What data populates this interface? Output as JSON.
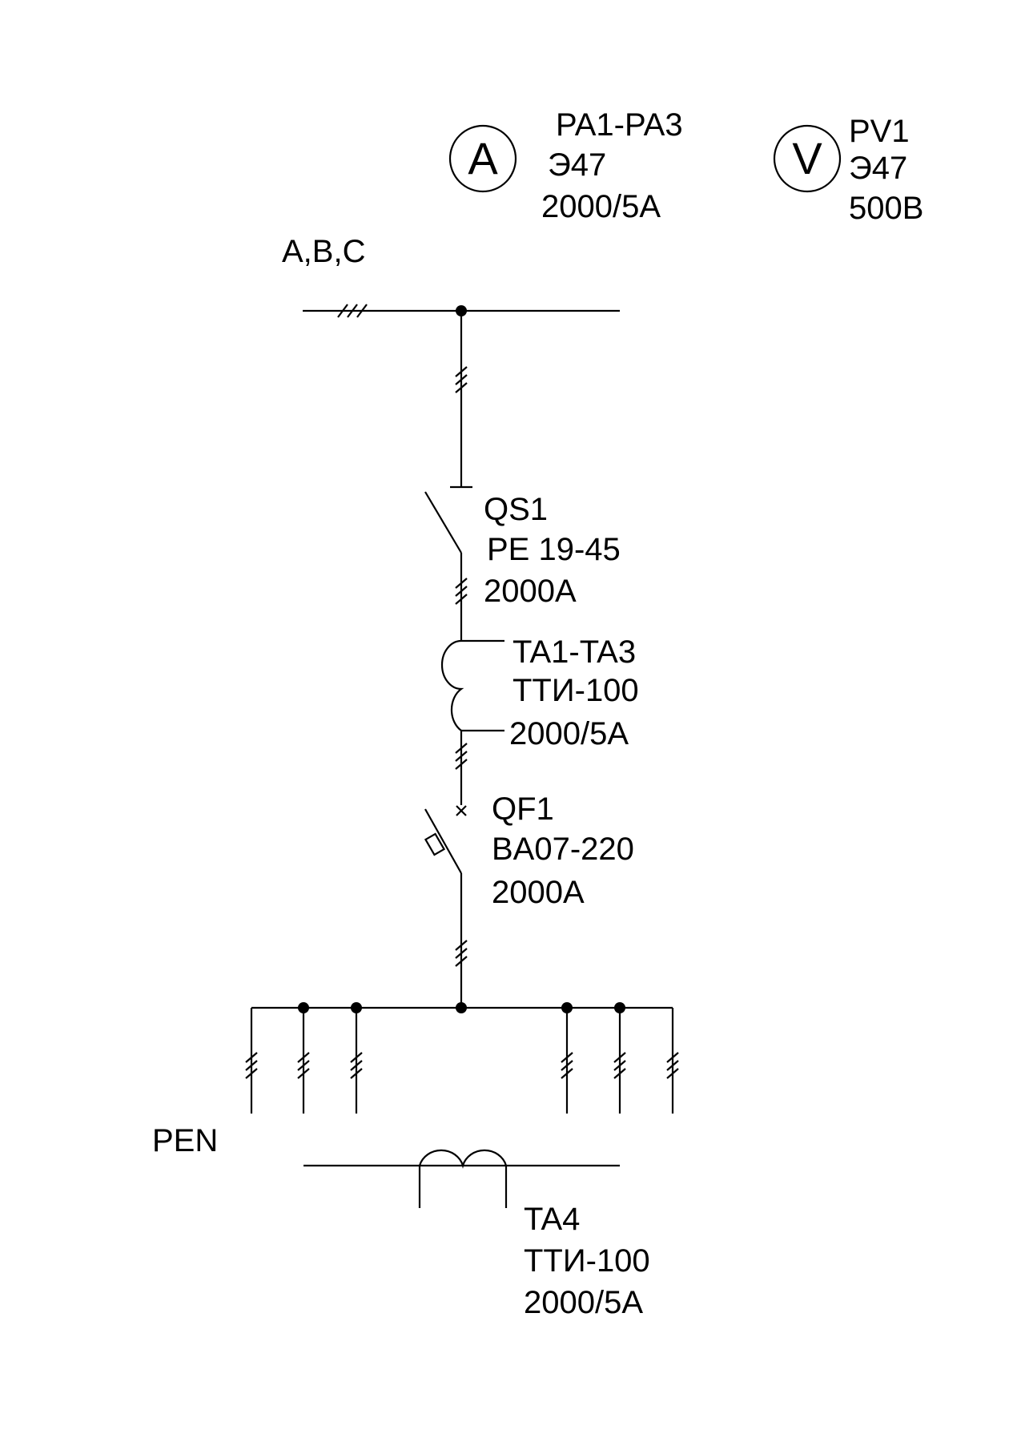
{
  "ammeter": {
    "symbol": "A",
    "designation": "PA1-PA3",
    "type": "Э47",
    "rating": "2000/5A"
  },
  "voltmeter": {
    "symbol": "V",
    "designation": "PV1",
    "type": "Э47",
    "rating": "500В"
  },
  "busbar": {
    "phases": "A,B,C"
  },
  "switch": {
    "designation": "QS1",
    "type": "PE 19-45",
    "rating": "2000A"
  },
  "current_transformer": {
    "designation": "TA1-TA3",
    "type": "ТТИ-100",
    "rating": "2000/5A"
  },
  "breaker": {
    "designation": "QF1",
    "type": "BA07-220",
    "rating": "2000A"
  },
  "neutral": {
    "label": "PEN"
  },
  "neutral_transformer": {
    "designation": "TA4",
    "type": "ТТИ-100",
    "rating": "2000/5A"
  }
}
